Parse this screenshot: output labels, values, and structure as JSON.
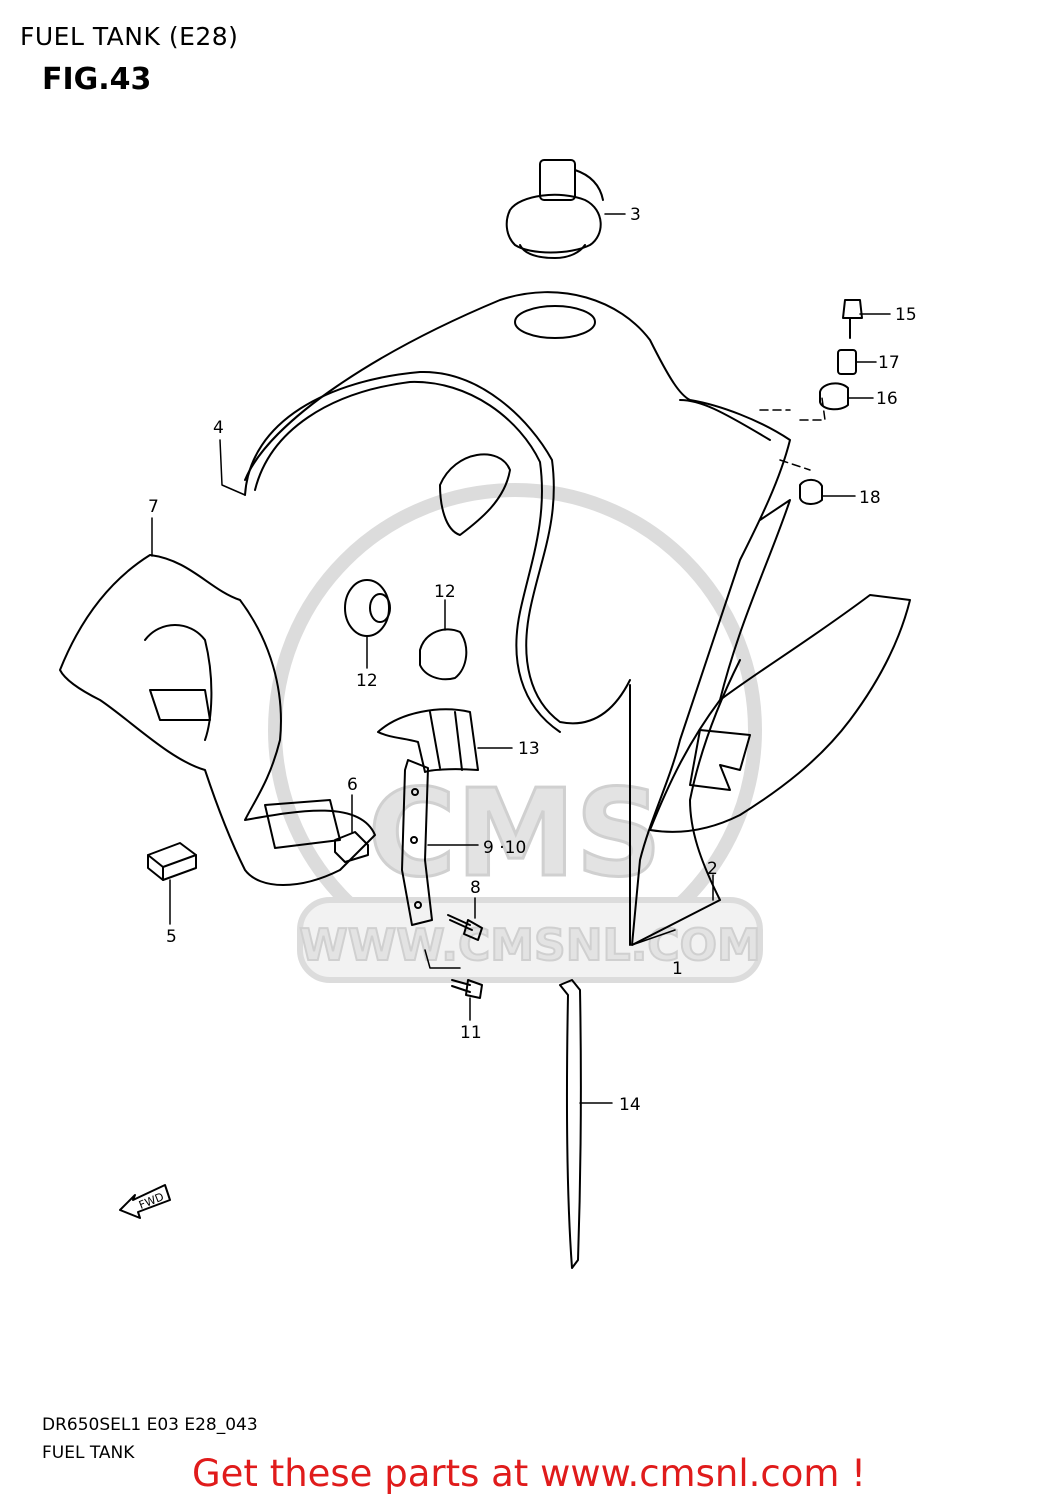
{
  "header": {
    "title": "FUEL TANK (E28)",
    "figure": "FIG.43"
  },
  "footer": {
    "model_code": "DR650SEL1 E03 E28_043",
    "caption": "FUEL TANK",
    "promo": "Get these parts at www.cmsnl.com !"
  },
  "watermark": {
    "brand": "CMS",
    "url": "WWW.CMSNL.COM"
  },
  "direction_marker": "FWD",
  "callouts": [
    "1",
    "2",
    "3",
    "4",
    "5",
    "6",
    "7",
    "8",
    "9 ·10",
    "11",
    "12",
    "12",
    "13",
    "14",
    "15",
    "16",
    "17",
    "18"
  ],
  "colors": {
    "promo": "#e01b1b",
    "watermark": "#d9d9d9",
    "lines": "#000000"
  }
}
